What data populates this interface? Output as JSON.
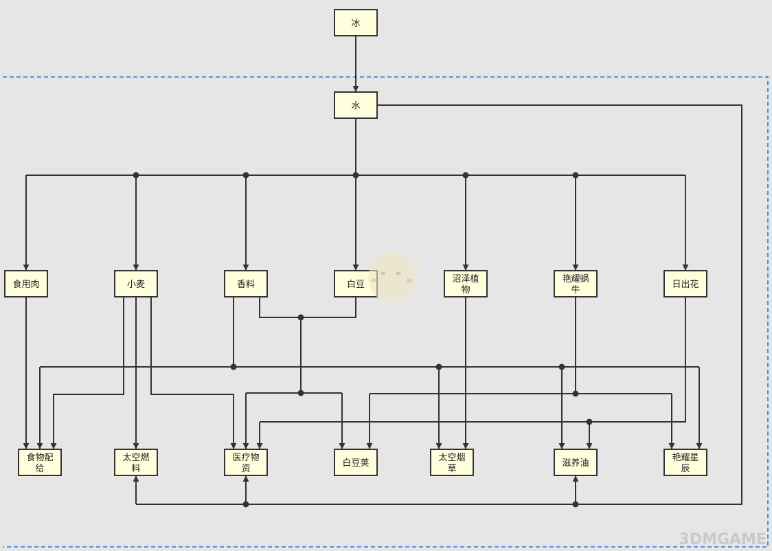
{
  "nodes": {
    "ice": "冰",
    "water": "水",
    "meat": "食用肉",
    "wheat": "小麦",
    "spice": "香料",
    "bean": "白豆",
    "swamp": [
      "沼泽植",
      "物"
    ],
    "snail": [
      "艳耀蜗",
      "牛"
    ],
    "sunflower": "日出花",
    "ration": [
      "食物配",
      "给"
    ],
    "fuel": [
      "太空燃",
      "料"
    ],
    "medical": [
      "医疗物",
      "资"
    ],
    "pod": "白豆荚",
    "tobacco": [
      "太空烟",
      "草"
    ],
    "oil": "滋养油",
    "stardust": [
      "艳耀星",
      "辰"
    ]
  },
  "watermark": "3DMGAME",
  "colors": {
    "node_fill": "#ffffdd",
    "line": "#333333",
    "region": "#1e7be0",
    "background": "#e6e6e6"
  }
}
